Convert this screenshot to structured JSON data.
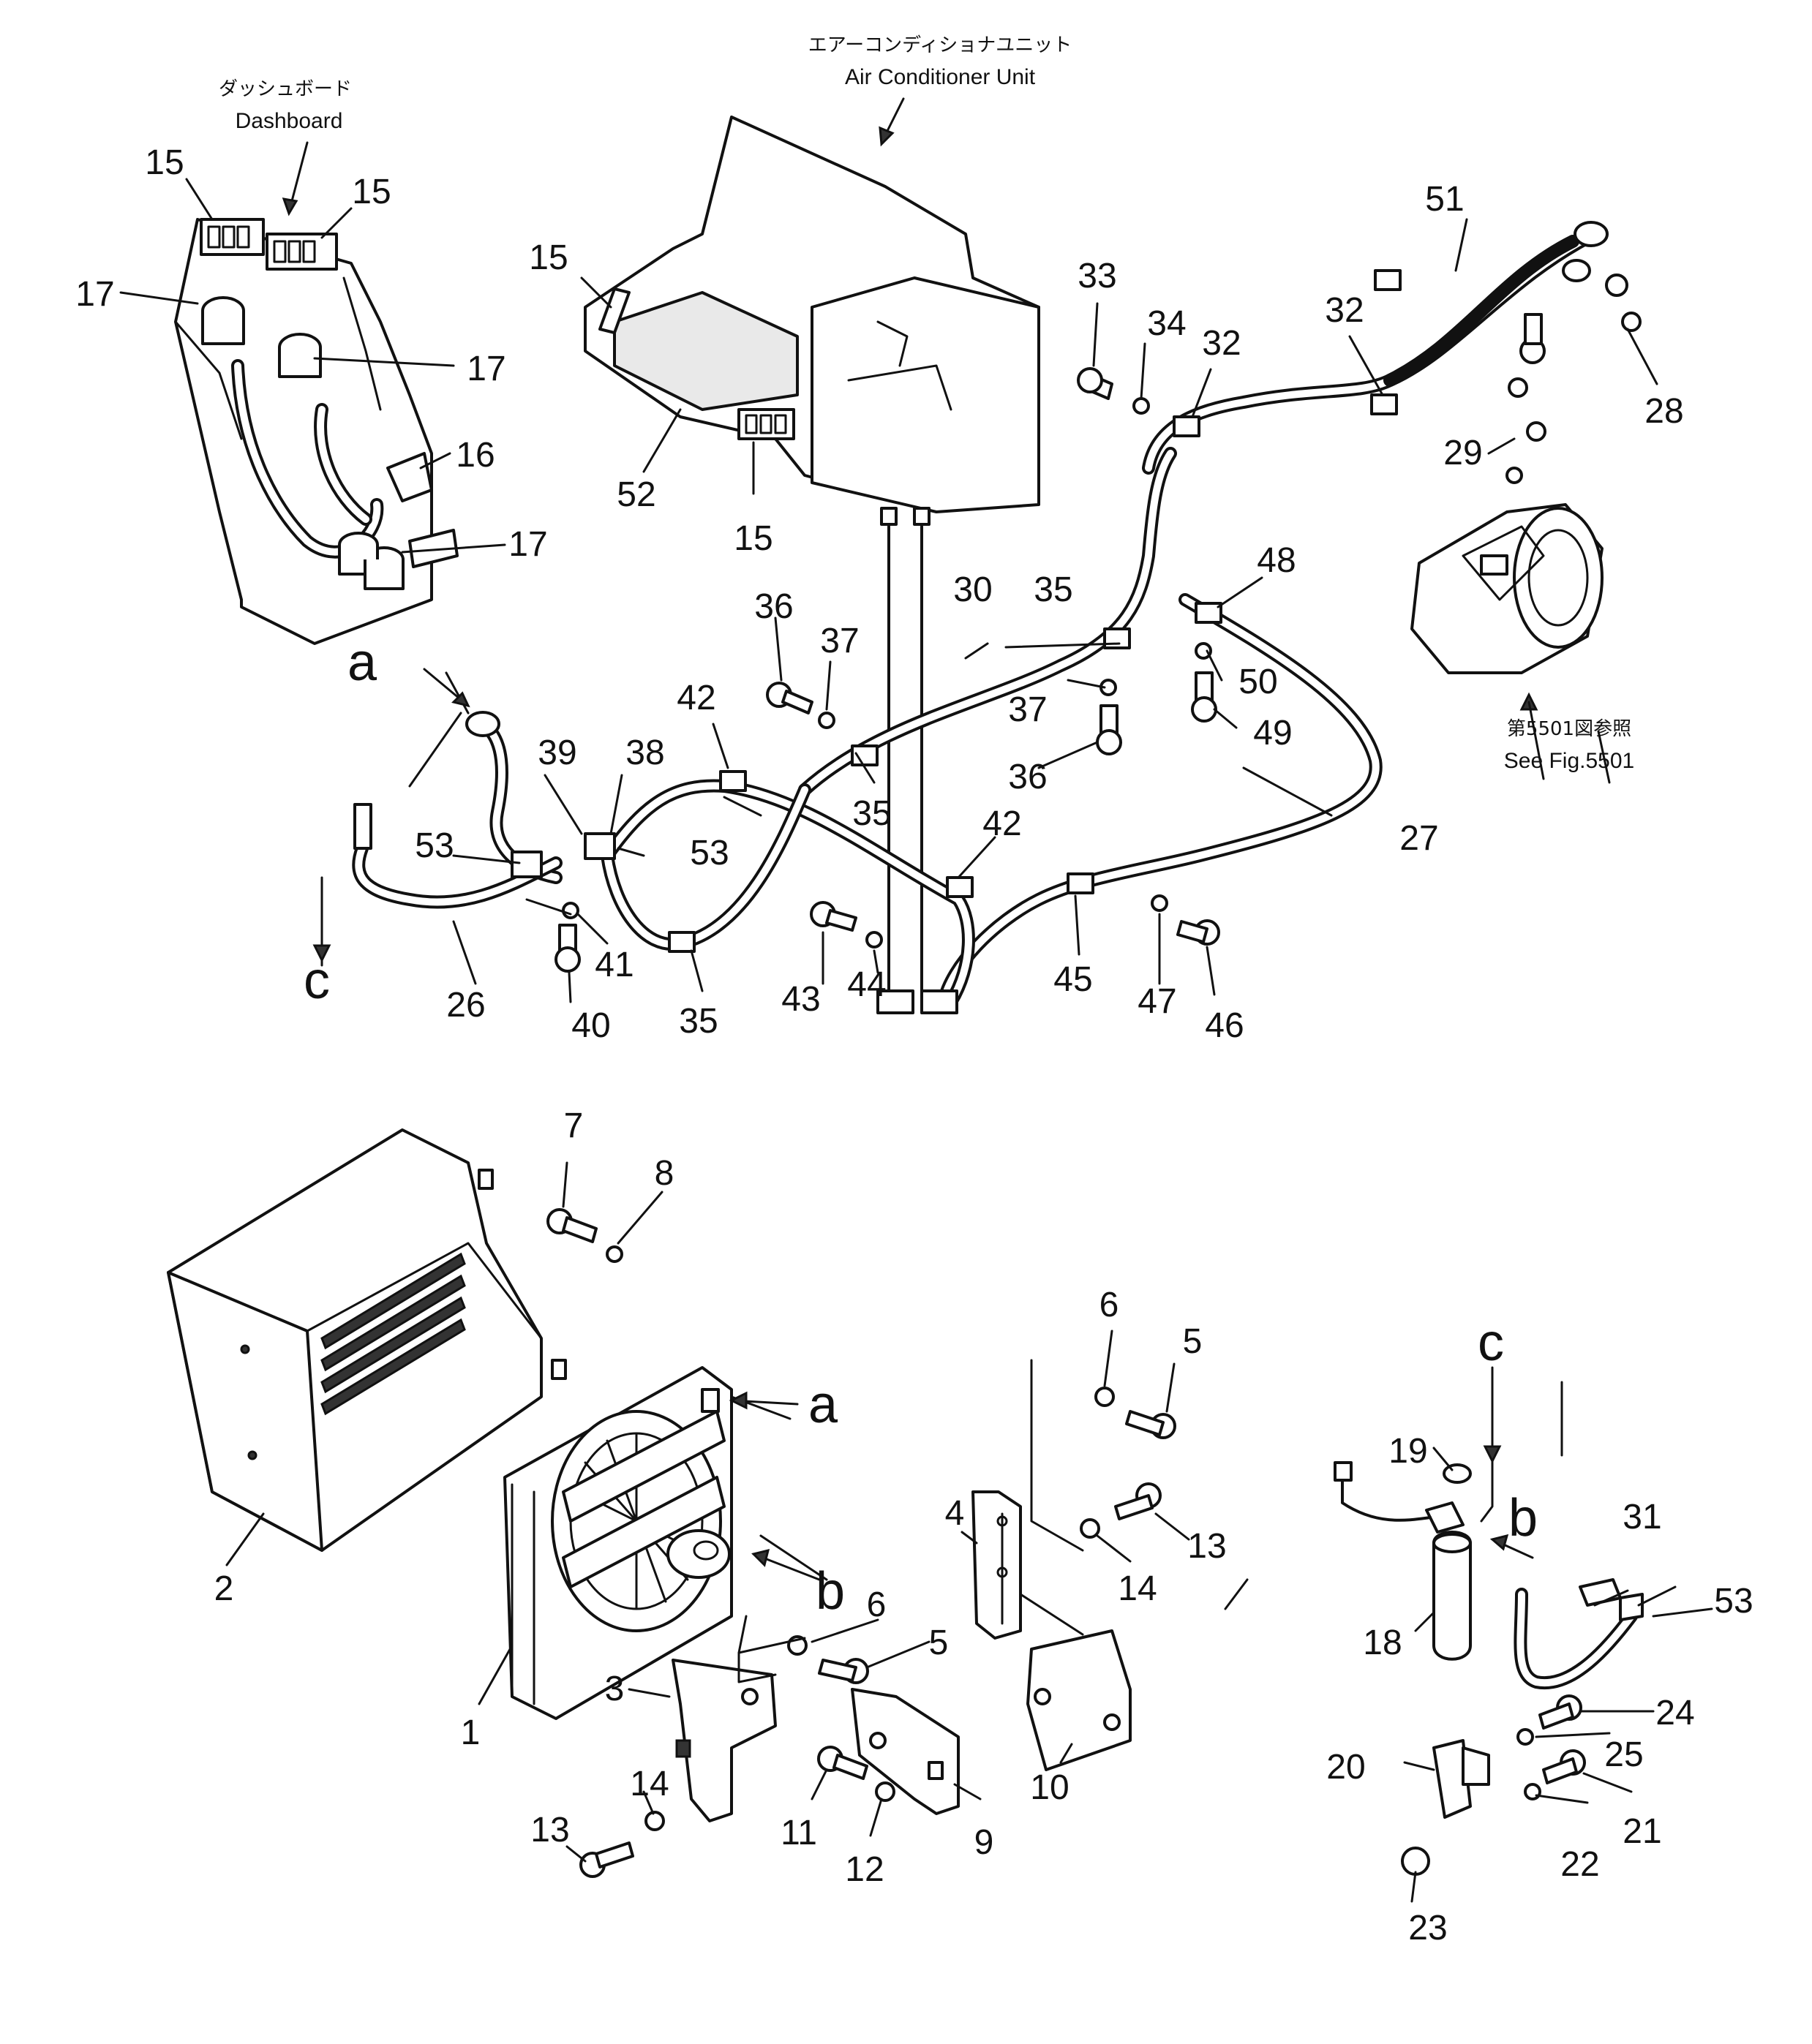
{
  "captions": {
    "dashboard_jp": "ダッシュボード",
    "dashboard_en": "Dashboard",
    "ac_unit_jp": "エアーコンディショナユニット",
    "ac_unit_en": "Air Conditioner Unit",
    "see_fig_jp": "第5501図参照",
    "see_fig_en": "See Fig.5501"
  },
  "connection_letters": {
    "a": "a",
    "b": "b",
    "c": "c"
  },
  "part_numbers": [
    "1",
    "2",
    "3",
    "4",
    "5",
    "6",
    "7",
    "8",
    "9",
    "10",
    "11",
    "12",
    "13",
    "14",
    "15",
    "16",
    "17",
    "18",
    "19",
    "20",
    "21",
    "22",
    "23",
    "24",
    "25",
    "26",
    "27",
    "28",
    "29",
    "30",
    "31",
    "32",
    "33",
    "34",
    "35",
    "36",
    "37",
    "38",
    "39",
    "40",
    "41",
    "42",
    "43",
    "44",
    "45",
    "46",
    "47",
    "48",
    "49",
    "50",
    "51",
    "52",
    "53"
  ]
}
